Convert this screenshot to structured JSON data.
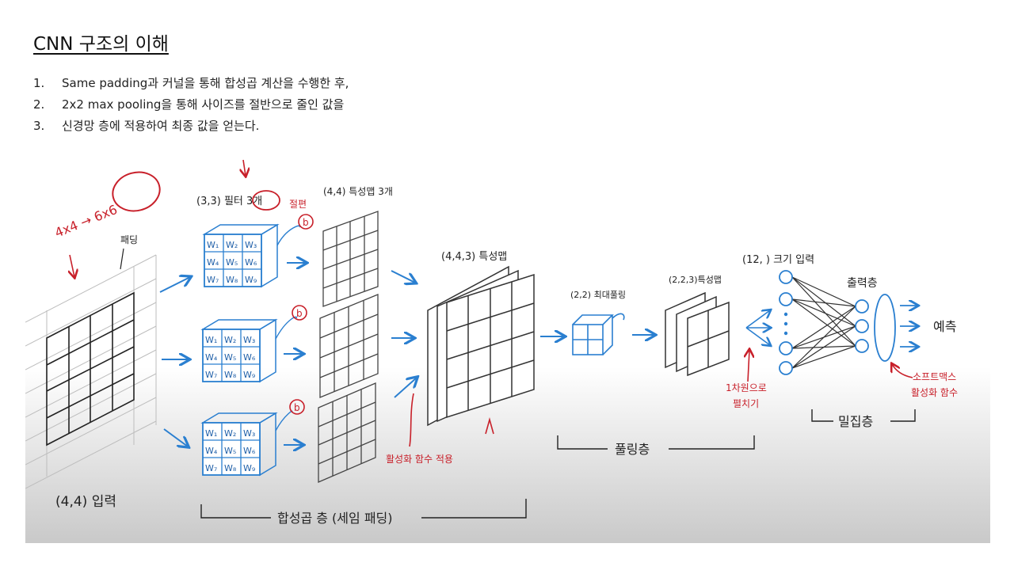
{
  "title": "CNN 구조의 이해",
  "steps": [
    {
      "num": "1.",
      "text": "Same padding과 커널을 통해 합성곱 계산을 수행한 후,"
    },
    {
      "num": "2.",
      "text": "2x2 max pooling을 통해 사이즈를 절반으로 줄인 값을"
    },
    {
      "num": "3.",
      "text": "신경망 층에 적용하여 최종 값을 얻는다."
    }
  ],
  "diagram": {
    "annotations": {
      "size_change": "4x4 → 6x6",
      "padding": "패딩",
      "filter": "(3,3) 필터 3개",
      "bias_label": "절편",
      "bias": "b",
      "feature_maps_3": "(4,4) 특성맵 3개",
      "feature_map_433": "(4,4,3) 특성맵",
      "max_pool": "(2,2) 최대풀링",
      "feature_map_223": "(2,2,3)특성맵",
      "input_12": "(12, ) 크기 입력",
      "output_layer": "출력층",
      "prediction": "예측",
      "softmax_1": "소프트맥스",
      "softmax_2": "활성화 함수",
      "flatten_1": "1차원으로",
      "flatten_2": "펼치기",
      "activation": "활성화 함수 적용",
      "input": "(4,4) 입력",
      "conv_layer": "합성곱 층 (세임 패딩)",
      "pool_layer": "풀링층",
      "dense_layer": "밀집층"
    },
    "weights": [
      "W₁",
      "W₂",
      "W₃",
      "W₄",
      "W₅",
      "W₆",
      "W₇",
      "W₈",
      "W₉"
    ],
    "colors": {
      "blue": "#2a7fd0",
      "red": "#c8202a",
      "ink": "#333333"
    }
  }
}
